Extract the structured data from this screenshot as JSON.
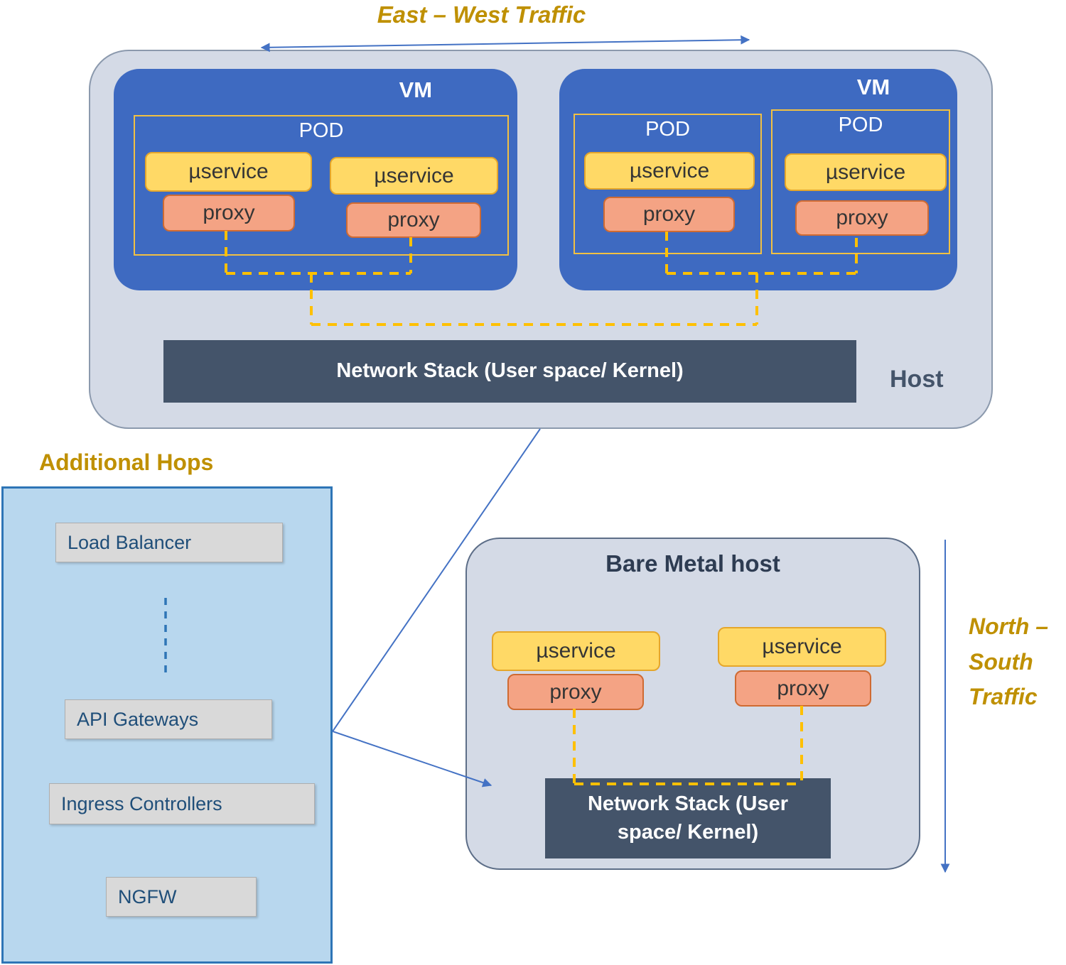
{
  "titles": {
    "east_west_traffic": "East – West Traffic",
    "additional_hops": "Additional Hops",
    "host": "Host",
    "bare_metal_host": "Bare Metal host",
    "north_south_line1": "North –",
    "north_south_line2": "South",
    "north_south_line3": "Traffic"
  },
  "labels": {
    "vm": "VM",
    "pod": "POD",
    "microservice": "µservice",
    "proxy": "proxy",
    "network_stack": "Network Stack (User space/ Kernel)"
  },
  "additional_hops_items": [
    "Load Balancer",
    "API Gateways",
    "Ingress Controllers",
    "NGFW"
  ],
  "colors": {
    "vm_blue": "#3e6ac1",
    "pod_outline_gold": "#f2c042",
    "microservice_yellow": "#ffd966",
    "proxy_orange": "#f4a384",
    "network_stack_navy": "#44546a",
    "host_fill": "#d4dae6",
    "hops_panel_blue": "#b8d7ee",
    "hop_item_gray": "#d9d9d9",
    "label_gold": "#bf9000",
    "connector_gold": "#ffc000",
    "connector_blue": "#4472c4"
  }
}
